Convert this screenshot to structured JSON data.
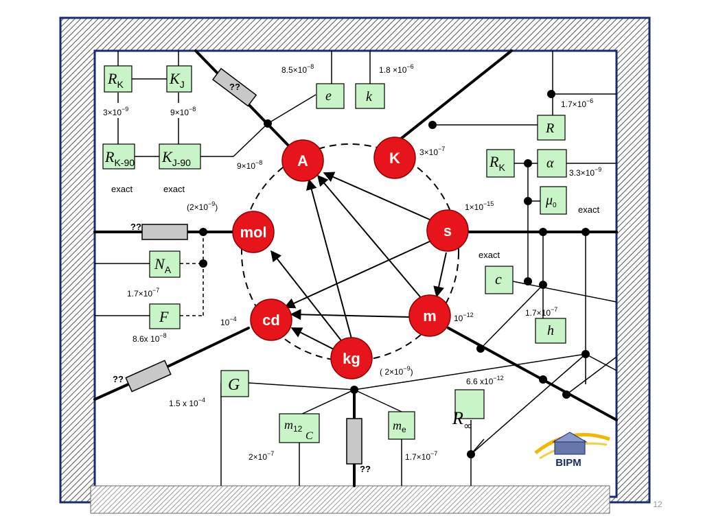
{
  "slide_number": "12",
  "logo_text": "BIPM",
  "units": {
    "A": "A",
    "K": "K",
    "mol": "mol",
    "s": "s",
    "cd": "cd",
    "m": "m",
    "kg": "kg"
  },
  "constants": {
    "RK": "R",
    "RK_sub": "K",
    "KJ": "K",
    "KJ_sub": "J",
    "RK90": "R",
    "RK90_sub": "K-90",
    "KJ90": "K",
    "KJ90_sub": "J-90",
    "e": "e",
    "k": "k",
    "R": "R",
    "RK2": "R",
    "RK2_sub": "K",
    "alpha": "α",
    "mu0": "μ",
    "mu0_sub": "0",
    "NA": "N",
    "NA_sub": "A",
    "F": "F",
    "c": "c",
    "h": "h",
    "G": "G",
    "m12C": "m",
    "m12C_sub": "12",
    "m12C_sub2": "C",
    "me": "m",
    "me_sub": "e",
    "Rinf": "R",
    "Rinf_sub": "∞"
  },
  "uncertainties": {
    "rk_unc": "3×10",
    "rk_exp": "−9",
    "kj_unc": "9×10",
    "kj_exp": "−8",
    "rk90_unc": "exact",
    "kj90_unc": "exact",
    "e_unc": "8.5×10",
    "e_exp": "−8",
    "k_unc": "1.8 ×10",
    "k_exp": "−6",
    "R_unc": "1.7×10",
    "R_exp": "−6",
    "A_unc": "9×10",
    "A_exp": "−8",
    "K_unc": "3×10",
    "K_exp": "−7",
    "alpha_unc": "3.3×10",
    "alpha_exp": "−9",
    "mu0_unc": "exact",
    "mol_unc_a": "(2×10",
    "mol_exp": "−9",
    "mol_unc_b": ")",
    "s_unc": "1×10",
    "s_exp": "−15",
    "c_unc": "exact",
    "na_unc": "1.7×10",
    "na_exp": "−7",
    "F_unc": "8.6x 10",
    "F_exp": "−8",
    "cd_unc": "10",
    "cd_exp": "−4",
    "m_unc": "10",
    "m_exp": "−12",
    "h_unc": "1.7×10",
    "h_exp": "−7",
    "kg_unc_a": "( 2×10",
    "kg_exp": "−9",
    "kg_unc_b": ")",
    "G_unc": "1.5 x 10",
    "G_exp": "−4",
    "rinf_unc": "6.6 x10",
    "rinf_exp": "−12",
    "m12c_unc": "2×10",
    "m12c_exp": "−7",
    "me_unc": "1.7×10",
    "me_exp": "−7"
  },
  "unknown_marks": {
    "q1": "??",
    "q2": "??",
    "q3": "??",
    "q4": "??"
  },
  "colors": {
    "frame_border": "#1a2a6e",
    "unit_fill": "#e8141b",
    "unit_stroke": "#8a0000",
    "const_fill": "#c8f4c8",
    "resistor_fill": "#c8c8c8",
    "line": "#000000"
  }
}
